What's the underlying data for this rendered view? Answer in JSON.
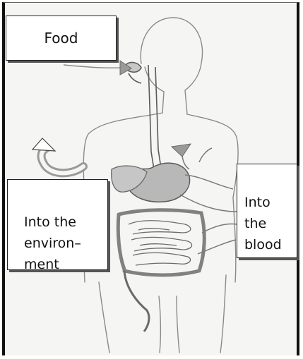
{
  "labels": {
    "food": "Food",
    "environment": "Into the\nenviron–\nment",
    "blood": "Into\nthe\nblood"
  },
  "colors": {
    "pencil": "#8a8a8a",
    "pencil_dark": "#5a5a5a",
    "shade": "#b8b8b8",
    "arrow_fill": "#9a9a9a"
  },
  "icons": {
    "environment_arrow": "curved-arrow-icon",
    "food_arrow": "arrow-icon",
    "blood_arrow": "arrow-icon"
  }
}
